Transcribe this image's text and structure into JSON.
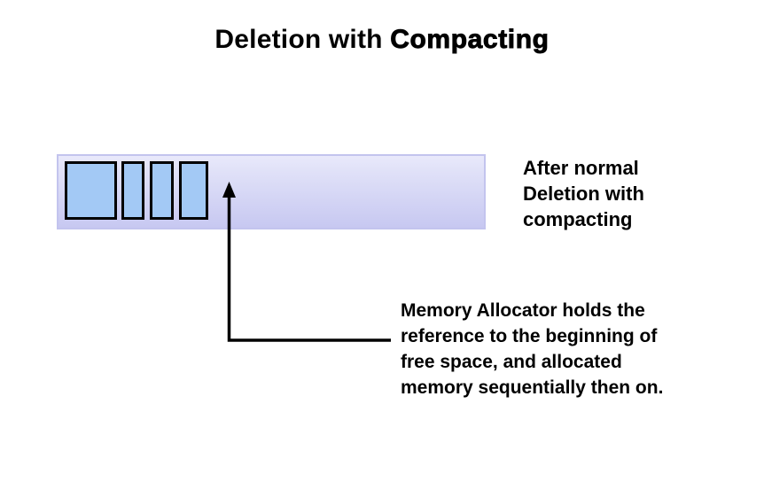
{
  "slide": {
    "title": {
      "normal": "Deletion with ",
      "emphasis": "Compacting"
    }
  },
  "diagram": {
    "memory_bar": {
      "description": "memory bar with allocated blocks compacted to the left",
      "block_count": 4
    },
    "side_label": {
      "lines": [
        "After normal",
        "Deletion with",
        "compacting"
      ]
    },
    "note": {
      "lines": [
        "Memory Allocator holds the",
        "reference to the beginning of",
        "free space, and allocated",
        "memory sequentially then on."
      ]
    }
  },
  "colors": {
    "background": "#ffffff",
    "text": "#000000",
    "arrow": "#000000",
    "block_fill": "#a3c9f5",
    "block_border": "#000000",
    "bar_border": "#c3c4ee",
    "bar_gradient_top": "#e9e9fb",
    "bar_gradient_mid": "#e0e1f8",
    "bar_gradient_bottom": "#c7c8f1"
  }
}
